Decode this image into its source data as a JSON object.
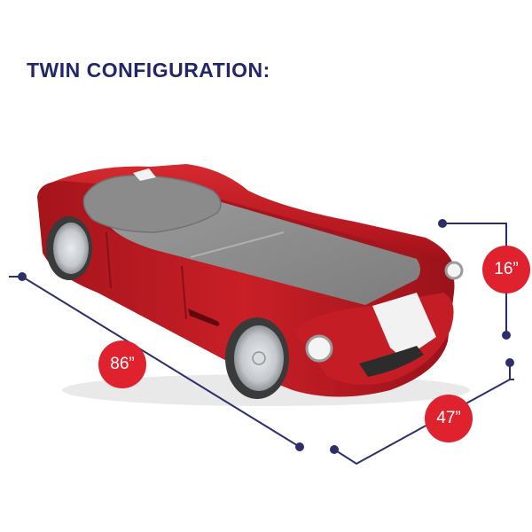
{
  "heading": "TWIN CONFIGURATION:",
  "product": {
    "subject": "red race car twin bed with gray mattress and pillow",
    "colors": {
      "body_red": "#c41a22",
      "mattress_gray": "#8d8d8d",
      "stripe_white": "#f2f2f2",
      "dimension_line_navy": "#2d2f6b",
      "badge_red": "#e0222f"
    }
  },
  "dimensions": {
    "length": "86”",
    "height": "16”",
    "width": "47”"
  }
}
